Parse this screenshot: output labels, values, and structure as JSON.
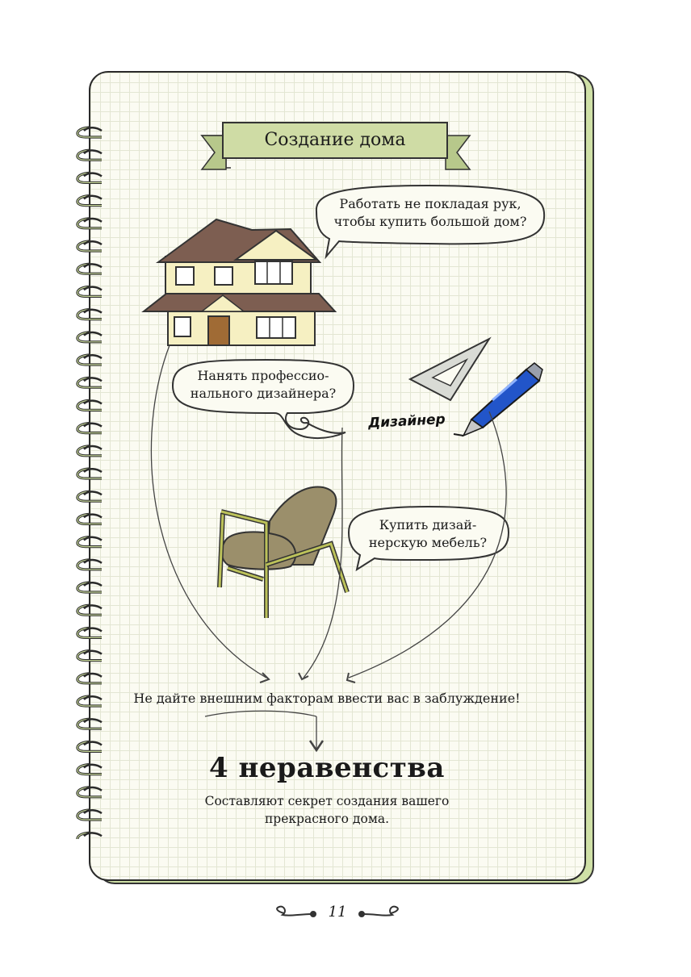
{
  "title": "Создание дома",
  "bubbles": {
    "work_hard": [
      "Работать не покладая рук,",
      "чтобы купить большой дом?"
    ],
    "hire_designer": [
      "Нанять профессио-",
      "нального дизайнера?"
    ],
    "buy_furniture": [
      "Купить дизай-",
      "нерскую мебель?"
    ]
  },
  "designer_label": "Дизайнер",
  "warning": "Не дайте внешним факторам ввести вас в заблуждение!",
  "headline": "4 неравенства",
  "subtext": [
    "Составляют секрет создания вашего",
    "прекрасного дома."
  ],
  "page_number": "11",
  "colors": {
    "banner": "#cfdca5",
    "notebook_back": "#cfe0a6",
    "roof": "#7d5e51",
    "wall": "#f6f0c2",
    "chair_seat": "#9b8f6b",
    "chair_frame": "#bcc25a",
    "pen": "#2255c9"
  }
}
